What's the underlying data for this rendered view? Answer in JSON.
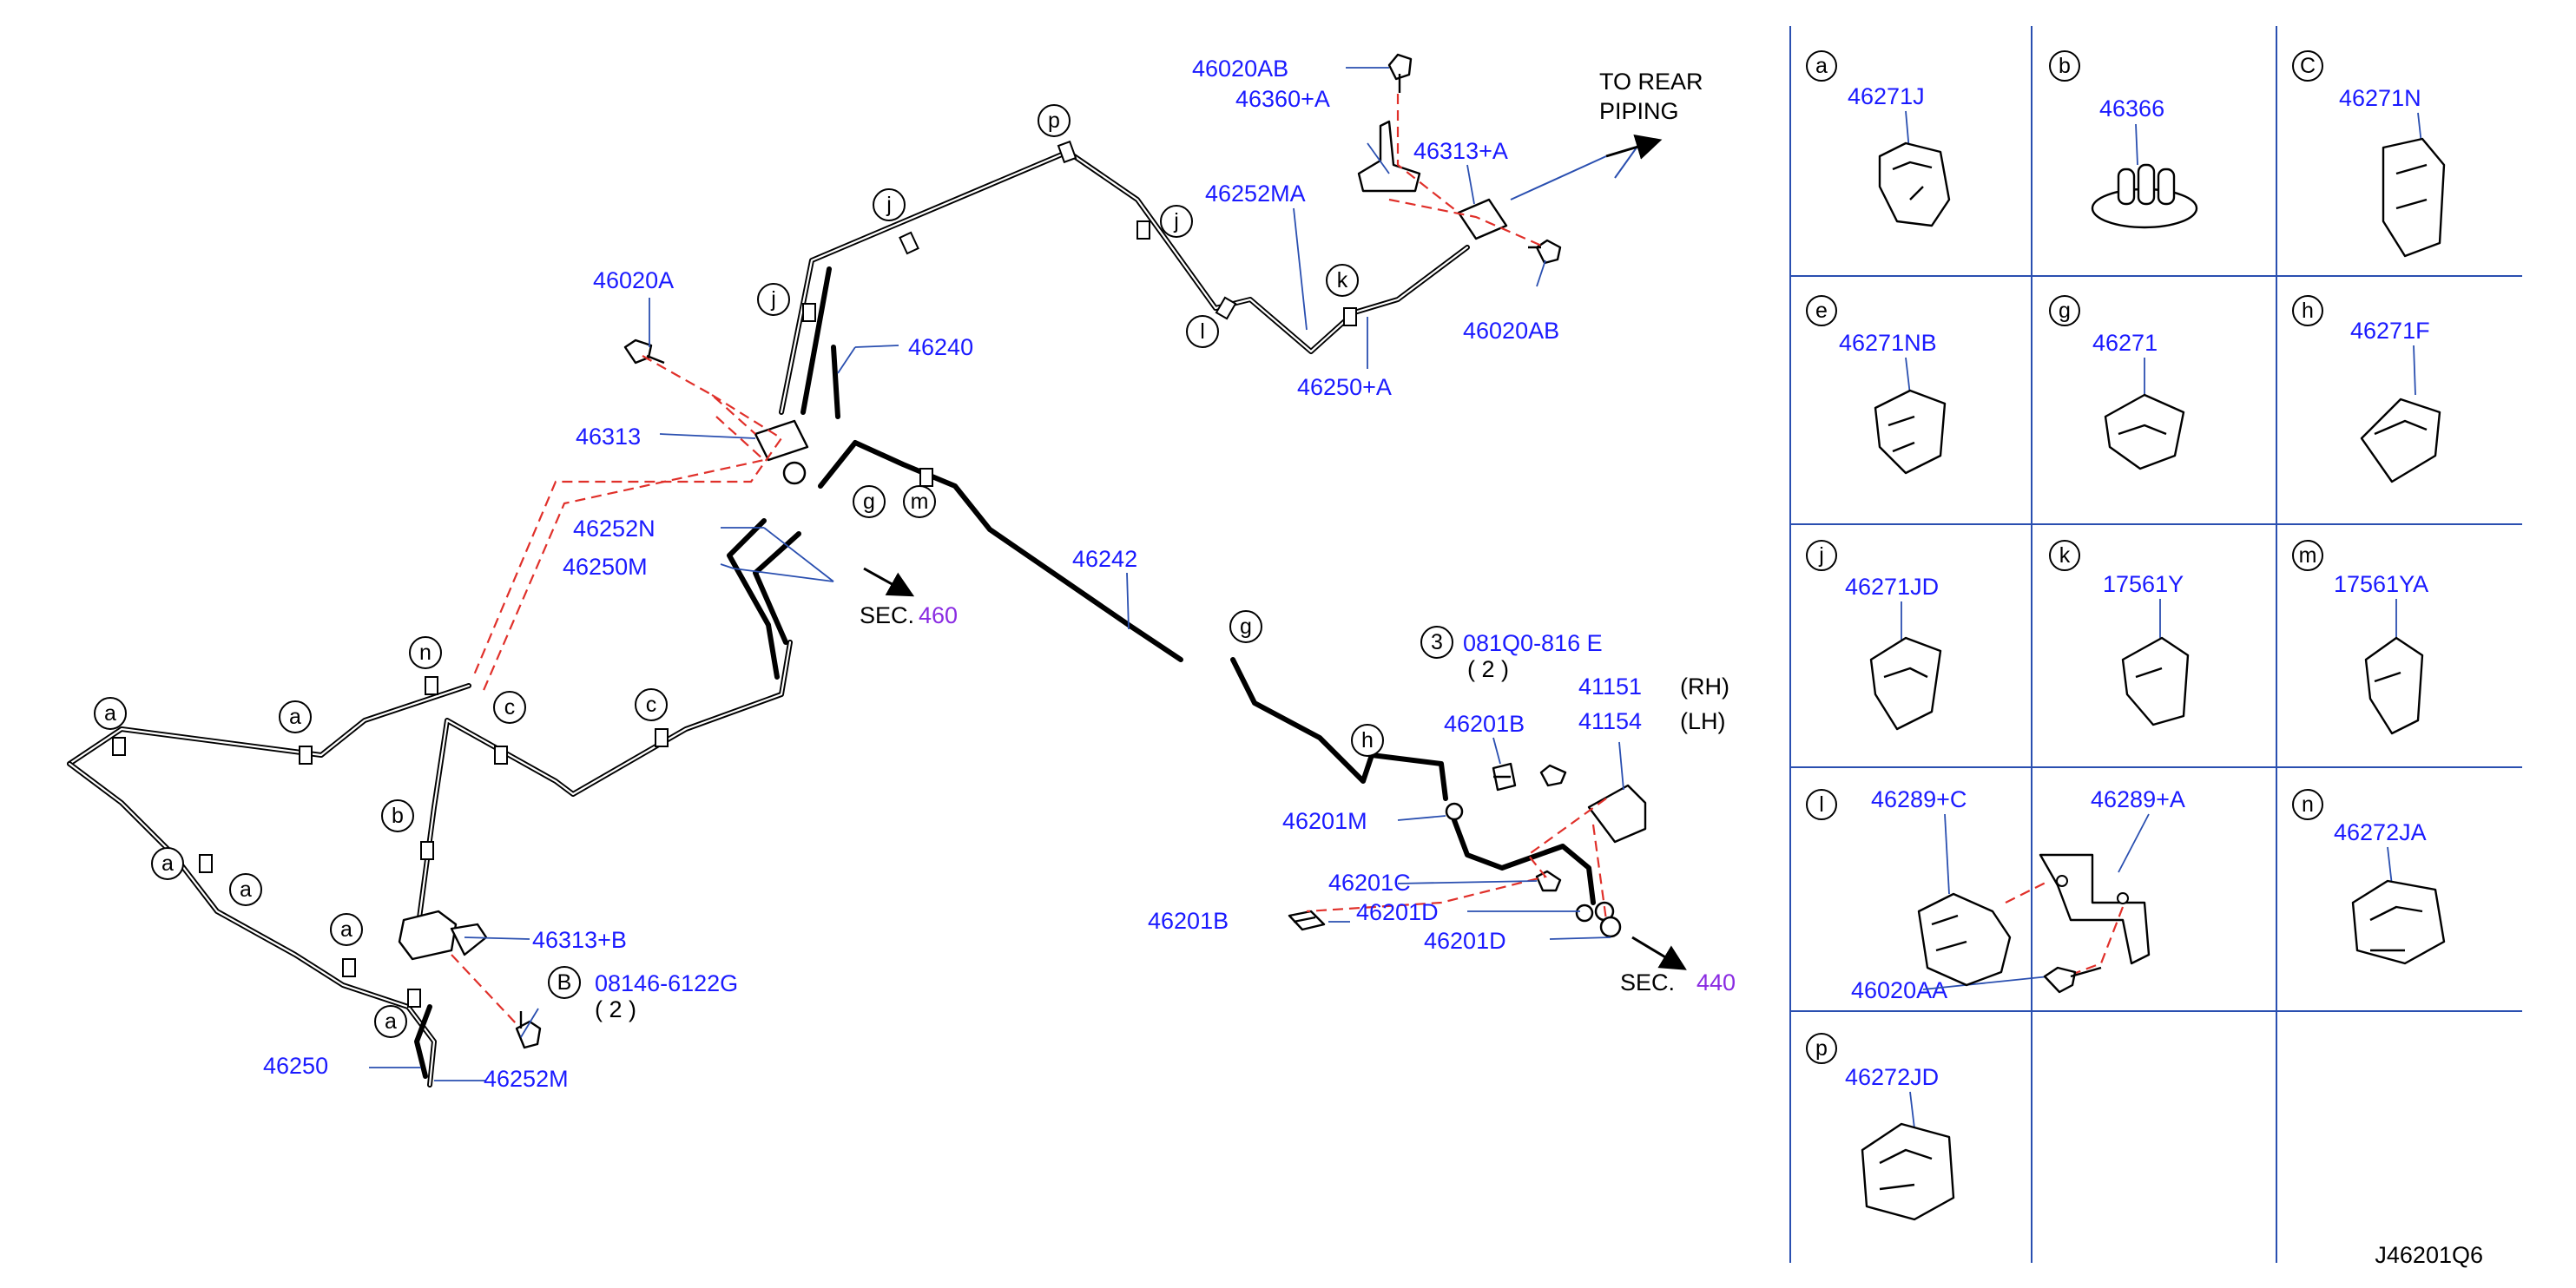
{
  "diagram_code": "J46201Q6",
  "part_labels": {
    "p46020A": "46020A",
    "p46240": "46240",
    "p46313": "46313",
    "p46252N": "46252N",
    "p46250M": "46250M",
    "p46242": "46242",
    "p46020AB_top": "46020AB",
    "p46360A": "46360+A",
    "p46313A": "46313+A",
    "p46252MA": "46252MA",
    "p46020AB_mid": "46020AB",
    "p46250A": "46250+A",
    "p46313B": "46313+B",
    "p08146": "08146-6122G",
    "p08146_qty": "( 2 )",
    "p46250": "46250",
    "p46252M": "46252M",
    "p46201B_top": "46201B",
    "p46201M": "46201M",
    "p46201C": "46201C",
    "p46201D_a": "46201D",
    "p46201B_bot": "46201B",
    "p46201D_b": "46201D",
    "p41154": "41154",
    "p41154_side": "(LH)",
    "p_bolt3": "081Q0-816 E",
    "p_bolt3_qty": "( 2 )",
    "p411_rh": "41151",
    "p411_rh_side": "(RH)"
  },
  "callout_markers": {
    "B": "B",
    "three": "3"
  },
  "section_refs": {
    "to_rear_1": "TO REAR",
    "to_rear_2": "PIPING",
    "sec460_label": "SEC.",
    "sec460_num": "460",
    "sec440_label": "SEC.",
    "sec440_num": "440"
  },
  "letter_callouts": [
    "a",
    "a",
    "a",
    "a",
    "a",
    "a",
    "b",
    "c",
    "c",
    "g",
    "g",
    "h",
    "j",
    "j",
    "j",
    "k",
    "l",
    "m",
    "n",
    "p"
  ],
  "legend": [
    {
      "letter": "a",
      "part": "46271J"
    },
    {
      "letter": "b",
      "part": "46366"
    },
    {
      "letter": "C",
      "part": "46271N"
    },
    {
      "letter": "e",
      "part": "46271NB"
    },
    {
      "letter": "g",
      "part": "46271"
    },
    {
      "letter": "h",
      "part": "46271F"
    },
    {
      "letter": "j",
      "part": "46271JD"
    },
    {
      "letter": "k",
      "part": "17561Y"
    },
    {
      "letter": "m",
      "part": "17561YA"
    },
    {
      "letter": "l",
      "part": "46289+C",
      "part2": "46289+A",
      "part3": "46020AA"
    },
    {
      "letter": "n",
      "part": "46272JA"
    },
    {
      "letter": "p",
      "part": "46272JD"
    }
  ],
  "colors": {
    "part_number_text": "#1a1aff",
    "section_number_text": "#8a2be2",
    "leader_lines": "#2a4fb0",
    "assembly_dash_lines": "#e0302a",
    "grid_lines": "#2a4fb0"
  }
}
